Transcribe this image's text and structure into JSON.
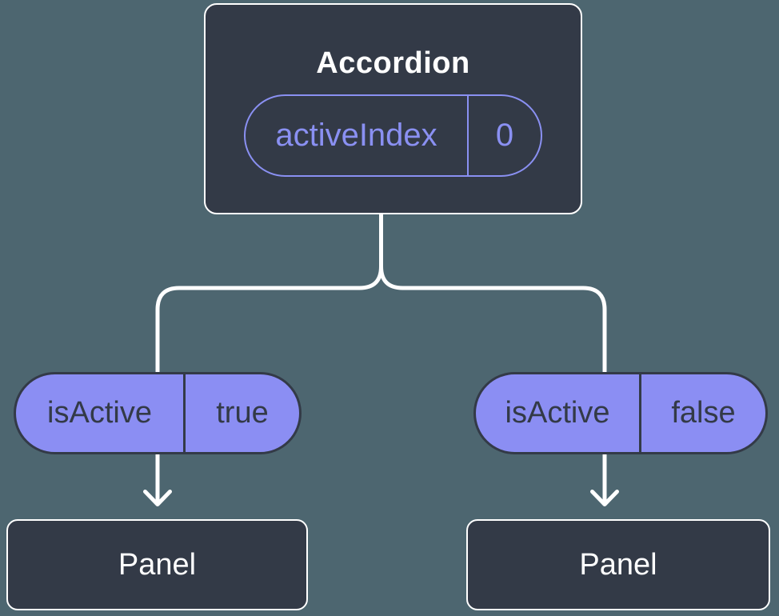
{
  "theme": {
    "bg": "#4D6670",
    "node": "#333A47",
    "line": "#FFFFFF",
    "purple": "#8A90F2",
    "purple-fill": "#8B8EF3",
    "darktext": "#333A47"
  },
  "diagram": {
    "type": "component-state-tree",
    "root": {
      "title": "Accordion",
      "prop": {
        "name": "activeIndex",
        "value": "0"
      }
    },
    "children": [
      {
        "state": {
          "name": "isActive",
          "value": "true"
        },
        "label": "Panel"
      },
      {
        "state": {
          "name": "isActive",
          "value": "false"
        },
        "label": "Panel"
      }
    ]
  }
}
